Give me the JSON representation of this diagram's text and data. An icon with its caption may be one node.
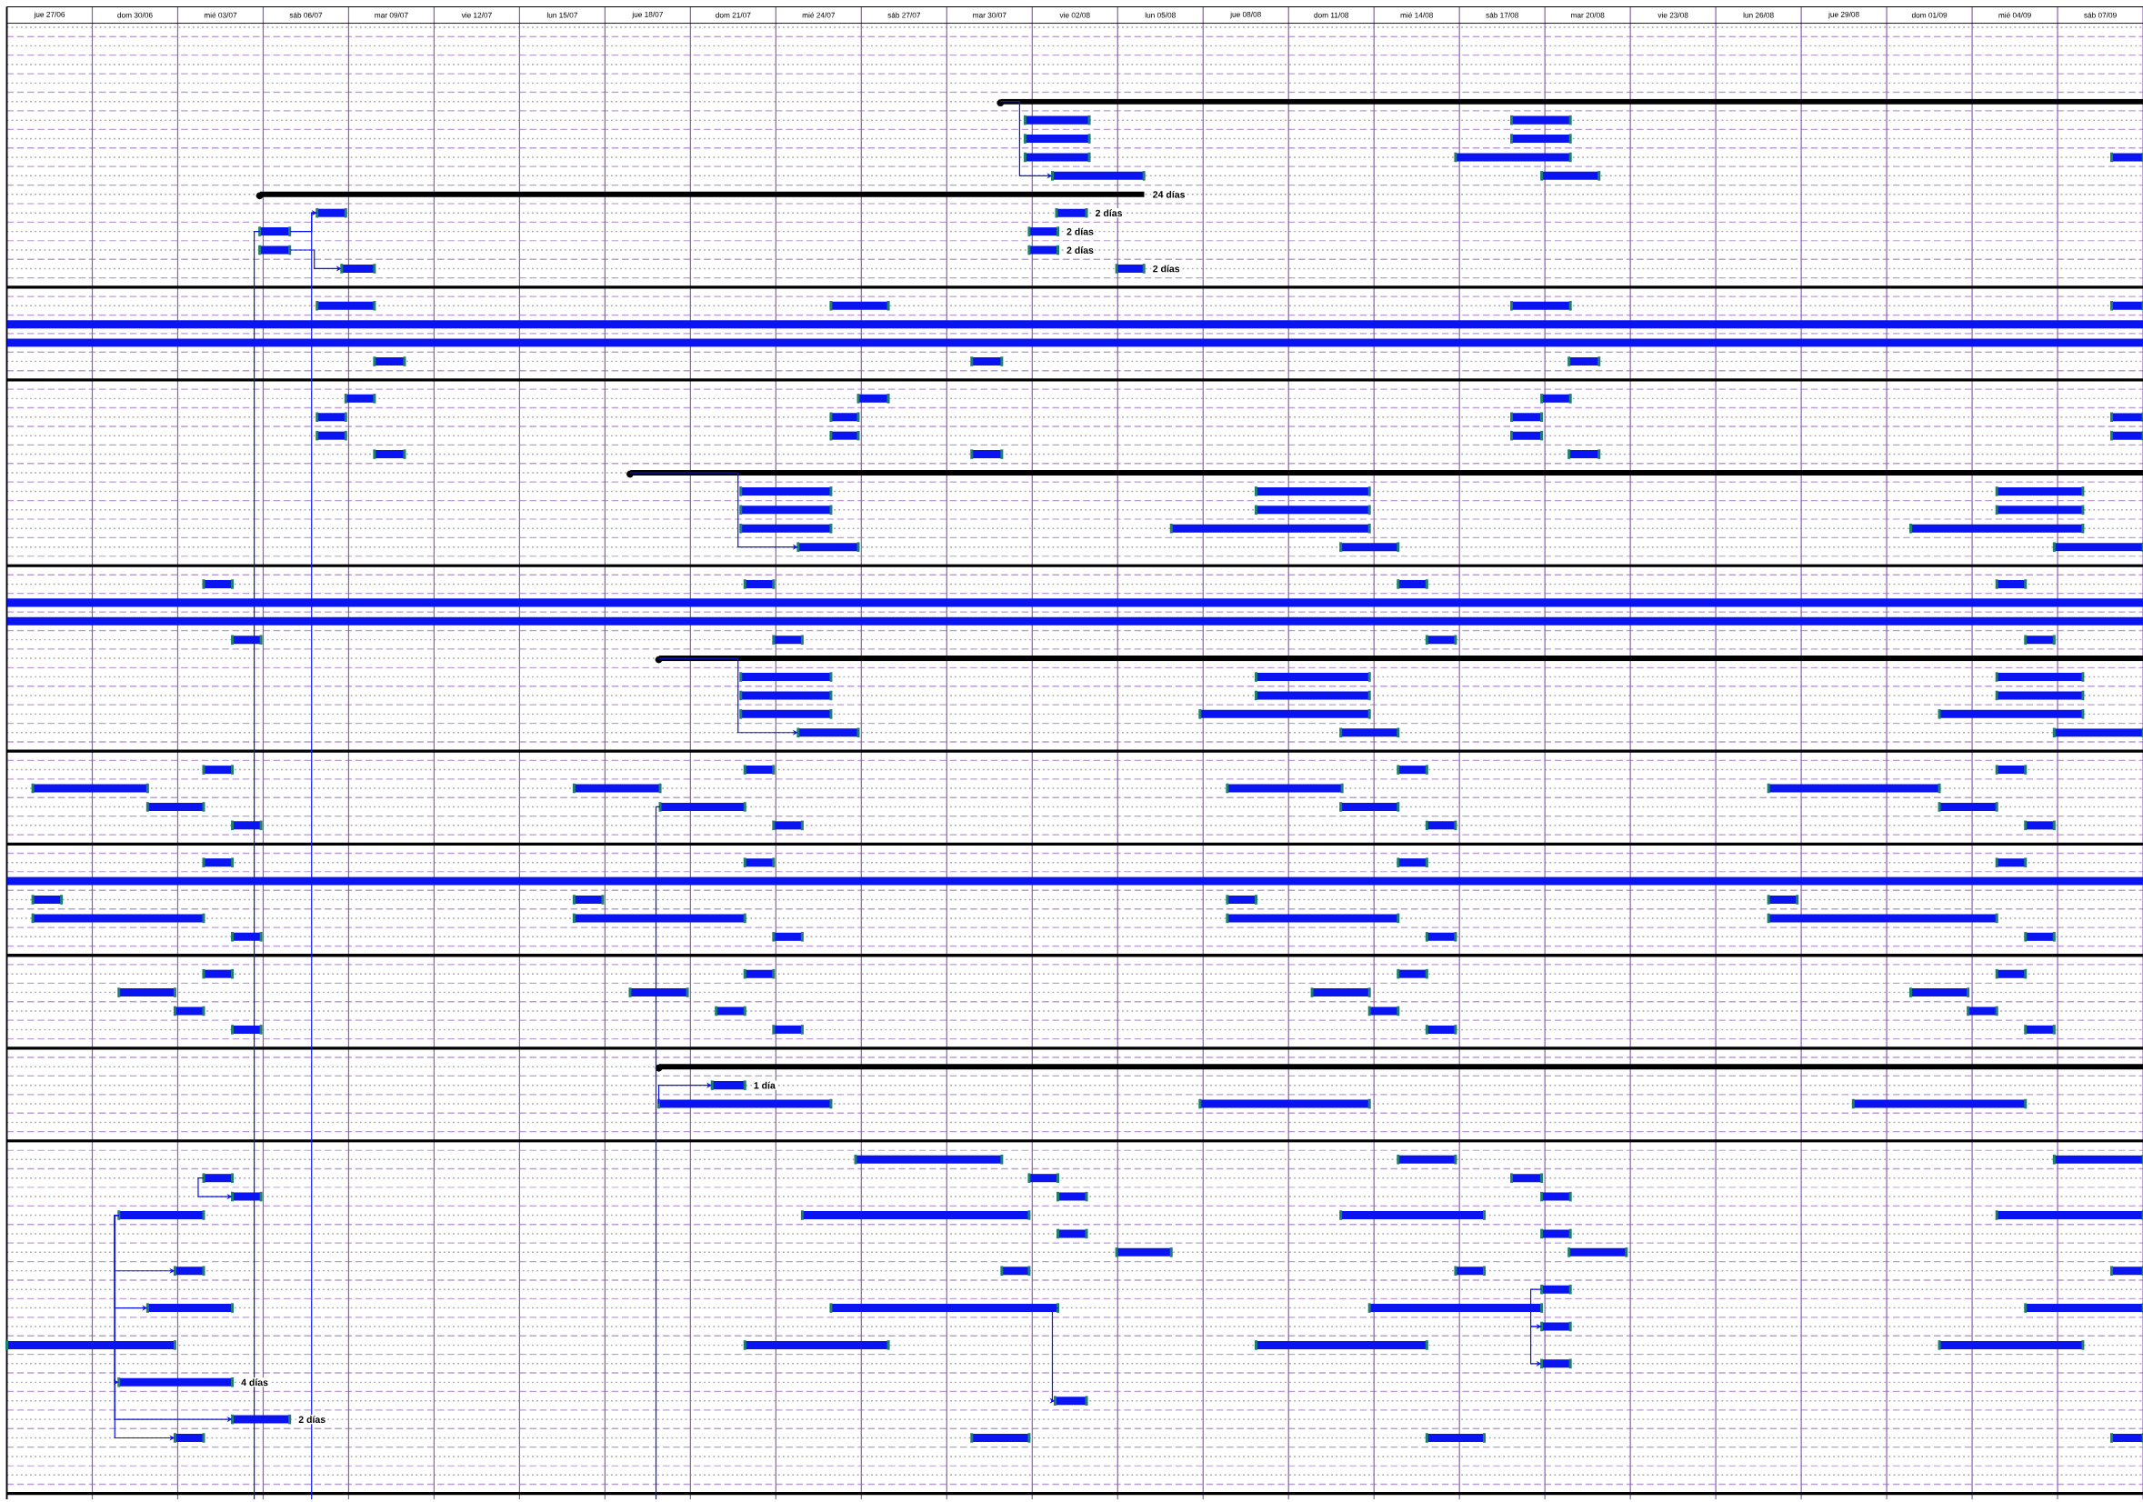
{
  "diagram": {
    "nodes": [
      {
        "text": [],
        "shape": "bar"
      },
      {
        "text": [],
        "shape": "bar"
      },
      {
        "text": [],
        "shape": "bar"
      },
      {
        "text": [],
        "shape": "bar"
      },
      {
        "text": [],
        "shape": "bar"
      },
      {
        "text": [],
        "shape": "bar"
      },
      {
        "text": [],
        "shape": "bar"
      },
      {
        "text": [],
        "shape": "bar"
      },
      {
        "text": [],
        "shape": "bar"
      },
      {
        "text": [],
        "shape": "bar"
      },
      {
        "text": [],
        "shape": "bar",
        "beside": [
          "24 días"
        ]
      },
      {
        "text": [],
        "shape": "bar"
      },
      {
        "text": [],
        "shape": "bar",
        "beside": [
          "2 días"
        ]
      },
      {
        "text": [],
        "shape": "bar"
      },
      {
        "text": [],
        "shape": "bar",
        "beside": [
          "2 días"
        ]
      },
      {
        "text": [],
        "shape": "bar"
      },
      {
        "text": [],
        "shape": "bar",
        "beside": [
          "2 días"
        ]
      },
      {
        "text": [],
        "shape": "bar"
      },
      {
        "text": [],
        "shape": "bar",
        "beside": [
          "2 días"
        ]
      },
      {
        "text": [],
        "shape": "bar"
      },
      {
        "text": [],
        "shape": "bar"
      },
      {
        "text": [],
        "shape": "bar"
      },
      {
        "text": [],
        "shape": "bar"
      },
      {
        "text": [],
        "shape": "bar"
      },
      {
        "text": [],
        "shape": "bar"
      },
      {
        "text": [],
        "shape": "bar"
      },
      {
        "text": [],
        "shape": "bar"
      },
      {
        "text": [],
        "shape": "bar"
      },
      {
        "text": [],
        "shape": "bar"
      },
      {
        "text": [],
        "shape": "bar"
      },
      {
        "text": [],
        "shape": "bar"
      },
      {
        "text": [],
        "shape": "bar"
      },
      {
        "text": [],
        "shape": "bar"
      },
      {
        "text": [],
        "shape": "bar"
      },
      {
        "text": [],
        "shape": "bar"
      },
      {
        "text": [],
        "shape": "bar"
      },
      {
        "text": [],
        "shape": "bar"
      },
      {
        "text": [],
        "shape": "bar"
      },
      {
        "text": [],
        "shape": "bar"
      },
      {
        "text": [],
        "shape": "bar"
      },
      {
        "text": [],
        "shape": "bar"
      },
      {
        "text": [],
        "shape": "bar"
      },
      {
        "text": [],
        "shape": "bar"
      },
      {
        "text": [],
        "shape": "bar"
      },
      {
        "text": [],
        "shape": "bar"
      },
      {
        "text": [],
        "shape": "bar"
      },
      {
        "text": [],
        "shape": "bar"
      },
      {
        "text": [],
        "shape": "bar"
      },
      {
        "text": [],
        "shape": "bar"
      },
      {
        "text": [],
        "shape": "bar"
      },
      {
        "text": [],
        "shape": "bar"
      },
      {
        "text": [],
        "shape": "bar"
      },
      {
        "text": [],
        "shape": "bar"
      },
      {
        "text": [],
        "shape": "bar"
      },
      {
        "text": [],
        "shape": "bar"
      },
      {
        "text": [],
        "shape": "bar"
      },
      {
        "text": [],
        "shape": "bar"
      },
      {
        "text": [],
        "shape": "bar"
      },
      {
        "text": [],
        "shape": "bar"
      },
      {
        "text": [],
        "shape": "bar"
      },
      {
        "text": [],
        "shape": "bar"
      },
      {
        "text": [],
        "shape": "bar"
      },
      {
        "text": [],
        "shape": "bar"
      },
      {
        "text": [],
        "shape": "bar"
      },
      {
        "text": [],
        "shape": "bar"
      },
      {
        "text": [],
        "shape": "bar"
      },
      {
        "text": [],
        "shape": "bar"
      },
      {
        "text": [],
        "shape": "bar"
      },
      {
        "text": [],
        "shape": "bar"
      },
      {
        "text": [],
        "shape": "bar"
      },
      {
        "text": [],
        "shape": "bar"
      },
      {
        "text": [],
        "shape": "bar"
      },
      {
        "text": [],
        "shape": "bar"
      },
      {
        "text": [],
        "shape": "bar"
      },
      {
        "text": [],
        "shape": "bar"
      },
      {
        "text": [],
        "shape": "bar"
      },
      {
        "text": [],
        "shape": "bar"
      },
      {
        "text": [],
        "shape": "bar"
      },
      {
        "text": [],
        "shape": "bar"
      },
      {
        "text": [],
        "shape": "bar"
      },
      {
        "text": [],
        "shape": "bar"
      },
      {
        "text": [],
        "shape": "bar"
      },
      {
        "text": [],
        "shape": "bar"
      },
      {
        "text": [],
        "shape": "bar"
      },
      {
        "text": [],
        "shape": "bar"
      },
      {
        "text": [],
        "shape": "bar"
      },
      {
        "text": [],
        "shape": "bar"
      },
      {
        "text": [],
        "shape": "bar"
      },
      {
        "text": [],
        "shape": "bar"
      },
      {
        "text": [],
        "shape": "bar"
      },
      {
        "text": [],
        "shape": "bar"
      },
      {
        "text": [],
        "shape": "bar"
      },
      {
        "text": [],
        "shape": "bar"
      },
      {
        "text": [],
        "shape": "bar"
      },
      {
        "text": [],
        "shape": "bar"
      },
      {
        "text": [],
        "shape": "bar"
      },
      {
        "text": [],
        "shape": "bar"
      },
      {
        "text": [],
        "shape": "bar"
      },
      {
        "text": [],
        "shape": "bar"
      },
      {
        "text": [],
        "shape": "bar"
      },
      {
        "text": [],
        "shape": "bar"
      },
      {
        "text": [],
        "shape": "bar"
      },
      {
        "text": [],
        "shape": "bar"
      },
      {
        "text": [],
        "shape": "bar"
      },
      {
        "text": [],
        "shape": "bar"
      },
      {
        "text": [],
        "shape": "bar"
      },
      {
        "text": [],
        "shape": "bar"
      },
      {
        "text": [],
        "shape": "bar"
      },
      {
        "text": [],
        "shape": "bar"
      },
      {
        "text": [],
        "shape": "bar"
      },
      {
        "text": [],
        "shape": "bar"
      },
      {
        "text": [],
        "shape": "bar"
      },
      {
        "text": [],
        "shape": "bar"
      },
      {
        "text": [],
        "shape": "bar"
      },
      {
        "text": [],
        "shape": "bar"
      },
      {
        "text": [],
        "shape": "bar"
      },
      {
        "text": [],
        "shape": "bar"
      },
      {
        "text": [],
        "shape": "bar"
      },
      {
        "text": [],
        "shape": "bar"
      },
      {
        "text": [],
        "shape": "bar"
      },
      {
        "text": [],
        "shape": "bar"
      },
      {
        "text": [],
        "shape": "bar"
      },
      {
        "text": [],
        "shape": "bar"
      },
      {
        "text": [],
        "shape": "bar"
      },
      {
        "text": [],
        "shape": "bar"
      },
      {
        "text": [],
        "shape": "bar"
      },
      {
        "text": [],
        "shape": "bar"
      },
      {
        "text": [],
        "shape": "bar"
      },
      {
        "text": [],
        "shape": "bar",
        "beside": [
          "1 día"
        ]
      },
      {
        "text": [],
        "shape": "bar"
      },
      {
        "text": [],
        "shape": "bar"
      },
      {
        "text": [],
        "shape": "bar"
      },
      {
        "text": [],
        "shape": "bar"
      },
      {
        "text": [],
        "shape": "bar"
      },
      {
        "text": [],
        "shape": "bar"
      },
      {
        "text": [],
        "shape": "bar"
      },
      {
        "text": [],
        "shape": "bar"
      },
      {
        "text": [],
        "shape": "bar"
      },
      {
        "text": [],
        "shape": "bar"
      },
      {
        "text": [],
        "shape": "bar"
      },
      {
        "text": [],
        "shape": "bar"
      },
      {
        "text": [],
        "shape": "bar"
      },
      {
        "text": [],
        "shape": "bar"
      },
      {
        "text": [],
        "shape": "bar"
      },
      {
        "text": [],
        "shape": "bar"
      },
      {
        "text": [],
        "shape": "bar"
      },
      {
        "text": [],
        "shape": "bar"
      },
      {
        "text": [],
        "shape": "bar"
      },
      {
        "text": [],
        "shape": "bar"
      },
      {
        "text": [],
        "shape": "bar"
      },
      {
        "text": [],
        "shape": "bar"
      },
      {
        "text": [],
        "shape": "bar"
      },
      {
        "text": [],
        "shape": "bar"
      },
      {
        "text": [],
        "shape": "bar"
      },
      {
        "text": [],
        "shape": "bar"
      },
      {
        "text": [],
        "shape": "bar"
      },
      {
        "text": [],
        "shape": "bar"
      },
      {
        "text": [],
        "shape": "bar"
      },
      {
        "text": [],
        "shape": "bar"
      },
      {
        "text": [],
        "shape": "bar"
      },
      {
        "text": [],
        "shape": "bar"
      },
      {
        "text": [],
        "shape": "bar"
      },
      {
        "text": [],
        "shape": "bar"
      },
      {
        "text": [],
        "shape": "bar"
      },
      {
        "text": [],
        "shape": "bar",
        "beside": [
          "4 días"
        ]
      },
      {
        "text": [],
        "shape": "bar"
      },
      {
        "text": [],
        "shape": "bar",
        "beside": [
          "2 días"
        ]
      },
      {
        "text": [],
        "shape": "bar"
      },
      {
        "text": [],
        "shape": "bar"
      },
      {
        "text": [],
        "shape": "bar"
      },
      {
        "text": [],
        "shape": "bar"
      }
    ],
    "edges": [
      {
        "from": 0,
        "to": 8,
        "arrow": "to"
      },
      {
        "from": 13,
        "to": 11,
        "arrow": "to"
      },
      {
        "from": 15,
        "to": 17,
        "arrow": "to"
      },
      {
        "from": 42,
        "to": 52,
        "arrow": "to"
      },
      {
        "from": 65,
        "to": 75,
        "arrow": "to"
      },
      {
        "from": 129,
        "to": 128,
        "arrow": "to"
      },
      {
        "from": 141,
        "to": 164,
        "arrow": "to"
      },
      {
        "from": 141,
        "to": 166,
        "arrow": "to"
      },
      {
        "from": 141,
        "to": 167,
        "arrow": "to"
      },
      {
        "from": 141,
        "to": 149,
        "arrow": "to"
      },
      {
        "from": 141,
        "to": 154,
        "arrow": "to"
      },
      {
        "from": 135,
        "to": 138,
        "arrow": "to"
      },
      {
        "from": 155,
        "to": 165,
        "arrow": "to"
      },
      {
        "from": 153,
        "to": 158,
        "arrow": "to"
      },
      {
        "from": 158,
        "to": 163,
        "arrow": "to"
      },
      {
        "from": 13,
        "to": null,
        "arrow": "none"
      },
      {
        "from": 11,
        "to": null,
        "arrow": "none"
      },
      {
        "from": 87,
        "to": null,
        "arrow": "none"
      }
    ],
    "labels": [
      "jue 27/06",
      "dom 30/06",
      "mié 03/07",
      "sáb 06/07",
      "mar 09/07",
      "vie 12/07",
      "lun 15/07",
      "jue 18/07",
      "dom 21/07",
      "mié 24/07",
      "sáb 27/07",
      "mar 30/07",
      "vie 02/08",
      "lun 05/08",
      "jue 08/08",
      "dom 11/08",
      "mié 14/08",
      "sáb 17/08",
      "mar 20/08",
      "vie 23/08",
      "lun 26/08",
      "jue 29/08",
      "dom 01/09",
      "mié 04/09",
      "sáb 07/09"
    ]
  }
}
